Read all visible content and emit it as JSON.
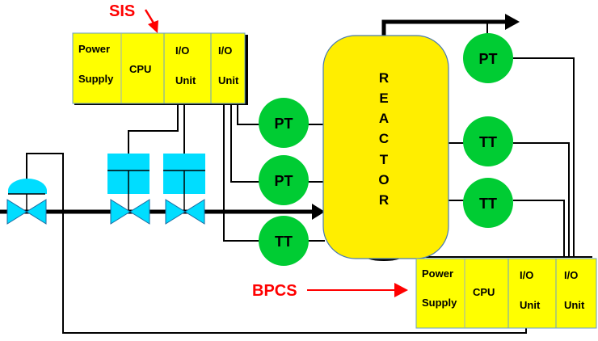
{
  "labels": {
    "sis": "SIS",
    "bpcs": "BPCS",
    "reactor": [
      "R",
      "E",
      "A",
      "C",
      "T",
      "O",
      "R"
    ]
  },
  "sis_rack": {
    "modules": [
      {
        "line1": "Power",
        "line2": "Supply"
      },
      {
        "line1": "CPU",
        "line2": ""
      },
      {
        "line1": "I/O",
        "line2": "Unit"
      },
      {
        "line1": "I/O",
        "line2": "Unit"
      }
    ]
  },
  "bpcs_rack": {
    "modules": [
      {
        "line1": "Power",
        "line2": "Supply"
      },
      {
        "line1": "CPU",
        "line2": ""
      },
      {
        "line1": "I/O",
        "line2": "Unit"
      },
      {
        "line1": "I/O",
        "line2": "Unit"
      }
    ]
  },
  "transmitters": {
    "left": [
      "PT",
      "PT",
      "TT"
    ],
    "right": [
      "PT",
      "TT",
      "TT"
    ]
  },
  "colors": {
    "rack": "#ffff00",
    "reactor": "#ffee00",
    "transmitter": "#00cc33",
    "valve": "#00ddff",
    "label": "#ff0000",
    "line": "#000000"
  }
}
